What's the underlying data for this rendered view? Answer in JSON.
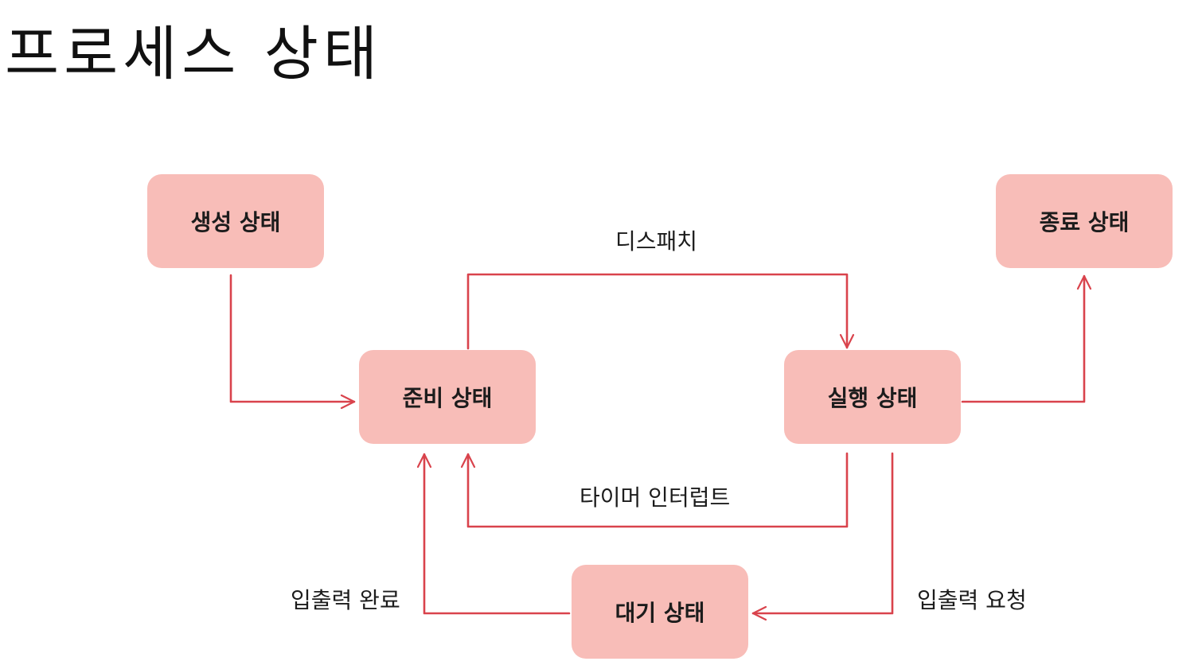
{
  "title": "프로세스 상태",
  "colors": {
    "node_fill": "#f8bdb8",
    "edge_stroke": "#d9434c",
    "text": "#1c1c1c"
  },
  "nodes": {
    "create": "생성 상태",
    "exit": "종료 상태",
    "ready": "준비 상태",
    "running": "실행 상태",
    "waiting": "대기 상태"
  },
  "edges": {
    "dispatch": "디스패치",
    "timer_interrupt": "타이머 인터럽트",
    "io_complete": "입출력 완료",
    "io_request": "입출력 요청"
  }
}
